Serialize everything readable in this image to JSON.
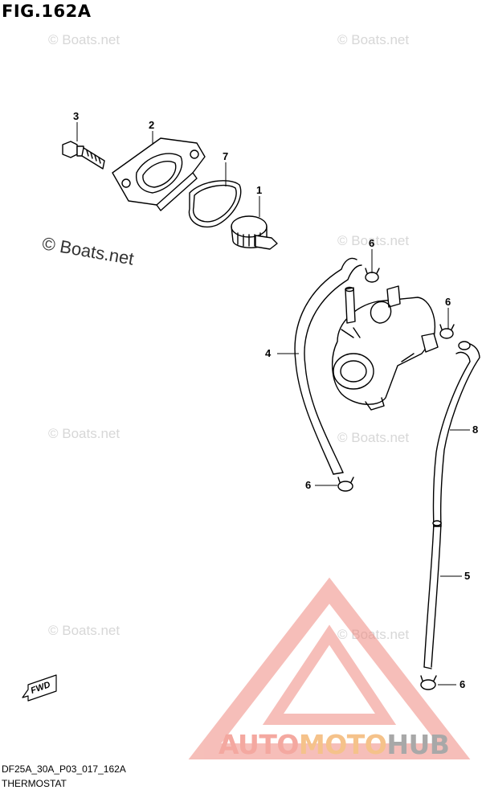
{
  "figure": {
    "title": "FIG.162A"
  },
  "watermark": {
    "text": "© Boats.net"
  },
  "callouts": [
    {
      "id": "c3",
      "label": "3"
    },
    {
      "id": "c2",
      "label": "2"
    },
    {
      "id": "c7",
      "label": "7"
    },
    {
      "id": "c1",
      "label": "1"
    },
    {
      "id": "c6a",
      "label": "6"
    },
    {
      "id": "c6b",
      "label": "6"
    },
    {
      "id": "c4",
      "label": "4"
    },
    {
      "id": "c8",
      "label": "8"
    },
    {
      "id": "c6c",
      "label": "6"
    },
    {
      "id": "c5",
      "label": "5"
    },
    {
      "id": "c6d",
      "label": "6"
    }
  ],
  "fwd_label": "FWD",
  "footer": {
    "code": "DF25A_30A_P03_017_162A",
    "name": "THERMOSTAT"
  },
  "logo": {
    "part1": "AUTO",
    "part2": "MOTO",
    "part3": "HUB"
  },
  "colors": {
    "logo_red": "#f4a8a0",
    "logo_orange": "#f5c28a",
    "logo_gray": "#a8a8a8"
  }
}
